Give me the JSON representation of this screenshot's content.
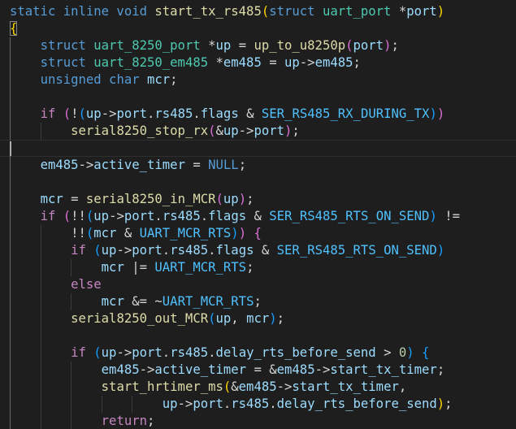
{
  "editor": {
    "language": "c",
    "colors": {
      "background": "#1e1e1e",
      "text": "#d4d4d4",
      "keyword": "#569cd6",
      "control": "#c586c0",
      "function": "#dcdcaa",
      "variable": "#9cdcfe",
      "type": "#4ec9b0",
      "constant": "#4fc1ff",
      "number": "#b5cea8",
      "bracket_gold": "#ffd700",
      "bracket_orchid": "#da70d6",
      "bracket_blue": "#179fff"
    },
    "cursor_line": 8,
    "lines": [
      [
        [
          "static inline void ",
          "keyword"
        ],
        [
          "start_tx_rs485",
          "function"
        ],
        [
          "(",
          "bracket_gold"
        ],
        [
          "struct ",
          "keyword"
        ],
        [
          "uart_port",
          "type"
        ],
        [
          " *",
          "text"
        ],
        [
          "port",
          "variable"
        ],
        [
          ")",
          "bracket_gold"
        ]
      ],
      [
        [
          "{",
          "bracket_gold"
        ]
      ],
      [
        [
          "    ",
          "text"
        ],
        [
          "struct ",
          "keyword"
        ],
        [
          "uart_8250_port",
          "type"
        ],
        [
          " *",
          "text"
        ],
        [
          "up",
          "variable"
        ],
        [
          " = ",
          "text"
        ],
        [
          "up_to_u8250p",
          "function"
        ],
        [
          "(",
          "bracket_orchid"
        ],
        [
          "port",
          "variable"
        ],
        [
          ")",
          "bracket_orchid"
        ],
        [
          ";",
          "text"
        ]
      ],
      [
        [
          "    ",
          "text"
        ],
        [
          "struct ",
          "keyword"
        ],
        [
          "uart_8250_em485",
          "type"
        ],
        [
          " *",
          "text"
        ],
        [
          "em485",
          "variable"
        ],
        [
          " = ",
          "text"
        ],
        [
          "up",
          "variable"
        ],
        [
          "->",
          "text"
        ],
        [
          "em485",
          "variable"
        ],
        [
          ";",
          "text"
        ]
      ],
      [
        [
          "    ",
          "text"
        ],
        [
          "unsigned char ",
          "keyword"
        ],
        [
          "mcr",
          "variable"
        ],
        [
          ";",
          "text"
        ]
      ],
      [],
      [
        [
          "    ",
          "text"
        ],
        [
          "if ",
          "control"
        ],
        [
          "(",
          "bracket_orchid"
        ],
        [
          "!",
          "text"
        ],
        [
          "(",
          "bracket_blue"
        ],
        [
          "up",
          "variable"
        ],
        [
          "->",
          "text"
        ],
        [
          "port",
          "variable"
        ],
        [
          ".",
          "text"
        ],
        [
          "rs485",
          "variable"
        ],
        [
          ".",
          "text"
        ],
        [
          "flags",
          "variable"
        ],
        [
          " & ",
          "text"
        ],
        [
          "SER_RS485_RX_DURING_TX",
          "constant"
        ],
        [
          ")",
          "bracket_blue"
        ],
        [
          ")",
          "bracket_orchid"
        ]
      ],
      [
        [
          "        ",
          "text"
        ],
        [
          "serial8250_stop_rx",
          "function"
        ],
        [
          "(",
          "bracket_orchid"
        ],
        [
          "&",
          "text"
        ],
        [
          "up",
          "variable"
        ],
        [
          "->",
          "text"
        ],
        [
          "port",
          "variable"
        ],
        [
          ")",
          "bracket_orchid"
        ],
        [
          ";",
          "text"
        ]
      ],
      [],
      [
        [
          "    ",
          "text"
        ],
        [
          "em485",
          "variable"
        ],
        [
          "->",
          "text"
        ],
        [
          "active_timer",
          "variable"
        ],
        [
          " = ",
          "text"
        ],
        [
          "NULL",
          "keyword"
        ],
        [
          ";",
          "text"
        ]
      ],
      [],
      [
        [
          "    ",
          "text"
        ],
        [
          "mcr",
          "variable"
        ],
        [
          " = ",
          "text"
        ],
        [
          "serial8250_in_MCR",
          "function"
        ],
        [
          "(",
          "bracket_orchid"
        ],
        [
          "up",
          "variable"
        ],
        [
          ")",
          "bracket_orchid"
        ],
        [
          ";",
          "text"
        ]
      ],
      [
        [
          "    ",
          "text"
        ],
        [
          "if ",
          "control"
        ],
        [
          "(",
          "bracket_orchid"
        ],
        [
          "!!",
          "text"
        ],
        [
          "(",
          "bracket_blue"
        ],
        [
          "up",
          "variable"
        ],
        [
          "->",
          "text"
        ],
        [
          "port",
          "variable"
        ],
        [
          ".",
          "text"
        ],
        [
          "rs485",
          "variable"
        ],
        [
          ".",
          "text"
        ],
        [
          "flags",
          "variable"
        ],
        [
          " & ",
          "text"
        ],
        [
          "SER_RS485_RTS_ON_SEND",
          "constant"
        ],
        [
          ")",
          "bracket_blue"
        ],
        [
          " !=",
          "text"
        ]
      ],
      [
        [
          "        ",
          "text"
        ],
        [
          "!!",
          "text"
        ],
        [
          "(",
          "bracket_blue"
        ],
        [
          "mcr",
          "variable"
        ],
        [
          " & ",
          "text"
        ],
        [
          "UART_MCR_RTS",
          "constant"
        ],
        [
          ")",
          "bracket_blue"
        ],
        [
          ")",
          "bracket_orchid"
        ],
        [
          " ",
          "text"
        ],
        [
          "{",
          "bracket_orchid"
        ]
      ],
      [
        [
          "        ",
          "text"
        ],
        [
          "if ",
          "control"
        ],
        [
          "(",
          "bracket_blue"
        ],
        [
          "up",
          "variable"
        ],
        [
          "->",
          "text"
        ],
        [
          "port",
          "variable"
        ],
        [
          ".",
          "text"
        ],
        [
          "rs485",
          "variable"
        ],
        [
          ".",
          "text"
        ],
        [
          "flags",
          "variable"
        ],
        [
          " & ",
          "text"
        ],
        [
          "SER_RS485_RTS_ON_SEND",
          "constant"
        ],
        [
          ")",
          "bracket_blue"
        ]
      ],
      [
        [
          "            ",
          "text"
        ],
        [
          "mcr",
          "variable"
        ],
        [
          " |= ",
          "text"
        ],
        [
          "UART_MCR_RTS",
          "constant"
        ],
        [
          ";",
          "text"
        ]
      ],
      [
        [
          "        ",
          "text"
        ],
        [
          "else",
          "control"
        ]
      ],
      [
        [
          "            ",
          "text"
        ],
        [
          "mcr",
          "variable"
        ],
        [
          " &= ~",
          "text"
        ],
        [
          "UART_MCR_RTS",
          "constant"
        ],
        [
          ";",
          "text"
        ]
      ],
      [
        [
          "        ",
          "text"
        ],
        [
          "serial8250_out_MCR",
          "function"
        ],
        [
          "(",
          "bracket_blue"
        ],
        [
          "up",
          "variable"
        ],
        [
          ", ",
          "text"
        ],
        [
          "mcr",
          "variable"
        ],
        [
          ")",
          "bracket_blue"
        ],
        [
          ";",
          "text"
        ]
      ],
      [],
      [
        [
          "        ",
          "text"
        ],
        [
          "if ",
          "control"
        ],
        [
          "(",
          "bracket_blue"
        ],
        [
          "up",
          "variable"
        ],
        [
          "->",
          "text"
        ],
        [
          "port",
          "variable"
        ],
        [
          ".",
          "text"
        ],
        [
          "rs485",
          "variable"
        ],
        [
          ".",
          "text"
        ],
        [
          "delay_rts_before_send",
          "variable"
        ],
        [
          " > ",
          "text"
        ],
        [
          "0",
          "number"
        ],
        [
          ")",
          "bracket_blue"
        ],
        [
          " ",
          "text"
        ],
        [
          "{",
          "bracket_blue"
        ]
      ],
      [
        [
          "            ",
          "text"
        ],
        [
          "em485",
          "variable"
        ],
        [
          "->",
          "text"
        ],
        [
          "active_timer",
          "variable"
        ],
        [
          " = &",
          "text"
        ],
        [
          "em485",
          "variable"
        ],
        [
          "->",
          "text"
        ],
        [
          "start_tx_timer",
          "variable"
        ],
        [
          ";",
          "text"
        ]
      ],
      [
        [
          "            ",
          "text"
        ],
        [
          "start_hrtimer_ms",
          "function"
        ],
        [
          "(",
          "bracket_gold"
        ],
        [
          "&",
          "text"
        ],
        [
          "em485",
          "variable"
        ],
        [
          "->",
          "text"
        ],
        [
          "start_tx_timer",
          "variable"
        ],
        [
          ",",
          "text"
        ]
      ],
      [
        [
          "                    ",
          "text"
        ],
        [
          "up",
          "variable"
        ],
        [
          "->",
          "text"
        ],
        [
          "port",
          "variable"
        ],
        [
          ".",
          "text"
        ],
        [
          "rs485",
          "variable"
        ],
        [
          ".",
          "text"
        ],
        [
          "delay_rts_before_send",
          "variable"
        ],
        [
          ")",
          "bracket_gold"
        ],
        [
          ";",
          "text"
        ]
      ],
      [
        [
          "            ",
          "text"
        ],
        [
          "return",
          "control"
        ],
        [
          ";",
          "text"
        ]
      ]
    ]
  }
}
